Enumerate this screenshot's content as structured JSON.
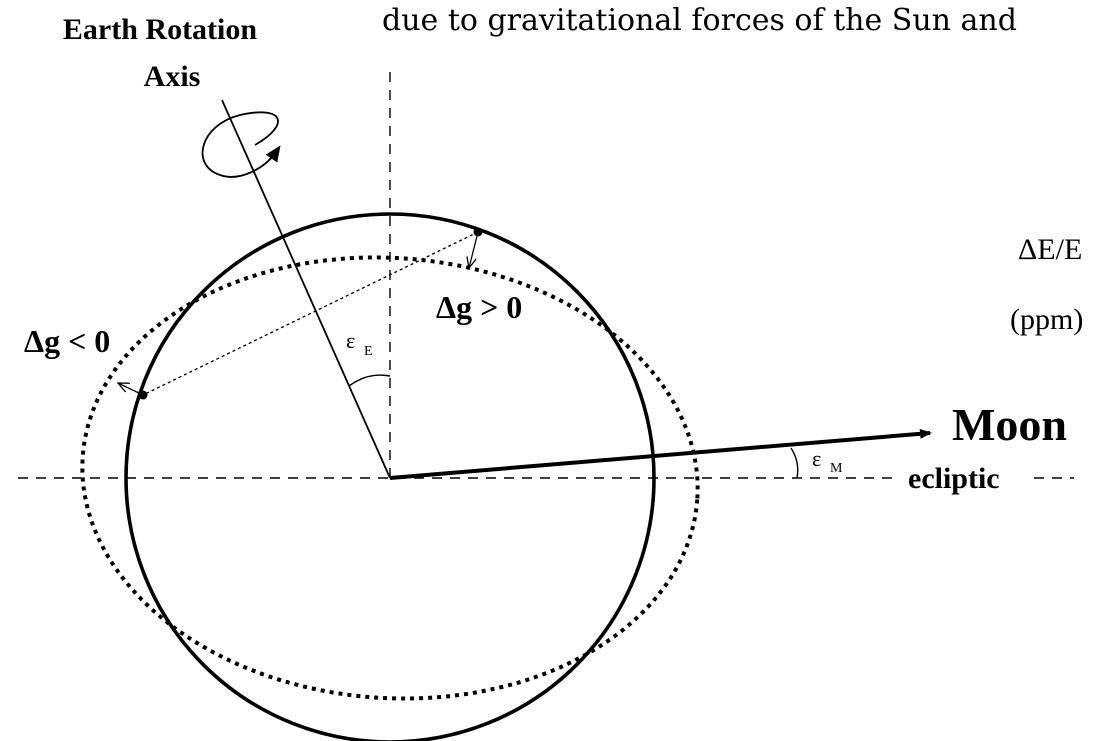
{
  "header_text": "due to gravitational forces of the Sun and",
  "labels": {
    "rotation_axis_line1": "Earth Rotation",
    "rotation_axis_line2": "Axis",
    "delta_g_negative": "Δg < 0",
    "delta_g_positive": "Δg > 0",
    "epsilon_e": "ε",
    "epsilon_e_sub": "E",
    "epsilon_m": "ε",
    "epsilon_m_sub": "M",
    "moon": "Moon",
    "ecliptic": "ecliptic",
    "delta_e_over_e": "ΔE/E",
    "ppm": "(ppm)"
  },
  "colors": {
    "stroke": "#000000",
    "background": "#ffffff"
  }
}
